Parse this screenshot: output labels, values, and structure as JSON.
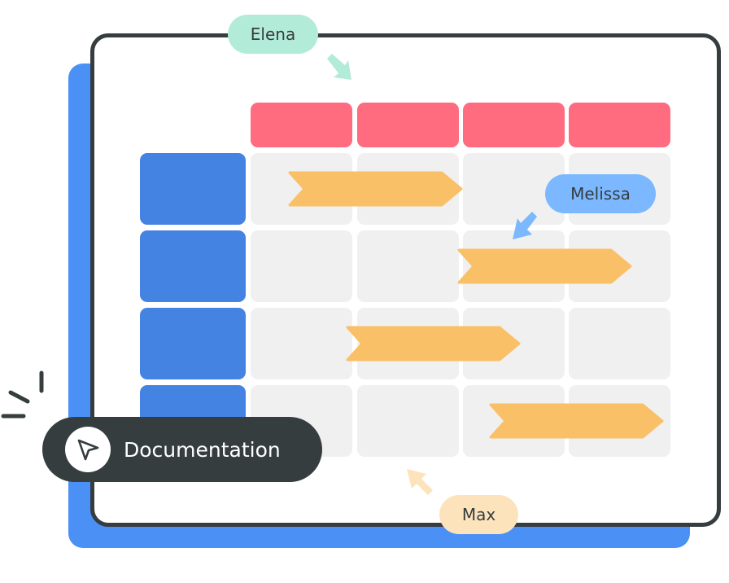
{
  "colors": {
    "back_card": "#4A90F5",
    "frame_border": "#363D3F",
    "header_cell": "#FF6B7F",
    "row_header": "#4583E2",
    "grid_cell": "#F0F0F0",
    "task_bar": "#F9C068",
    "elena": "#B3EBD9",
    "melissa": "#7BB8FF",
    "max": "#FCE3BC"
  },
  "collaborators": [
    {
      "name": "Elena",
      "color": "#B3EBD9"
    },
    {
      "name": "Melissa",
      "color": "#7BB8FF"
    },
    {
      "name": "Max",
      "color": "#FCE3BC"
    }
  ],
  "grid": {
    "columns": 4,
    "rows": 4,
    "tasks": [
      {
        "row": 1,
        "start_col": 1.35,
        "span_cols": 1.65
      },
      {
        "row": 2,
        "start_col": 2.95,
        "span_cols": 1.65
      },
      {
        "row": 3,
        "start_col": 1.9,
        "span_cols": 1.65
      },
      {
        "row": 4,
        "start_col": 3.25,
        "span_cols": 1.65
      }
    ]
  },
  "badge": {
    "label": "Documentation",
    "icon": "cursor-pointer-icon"
  }
}
